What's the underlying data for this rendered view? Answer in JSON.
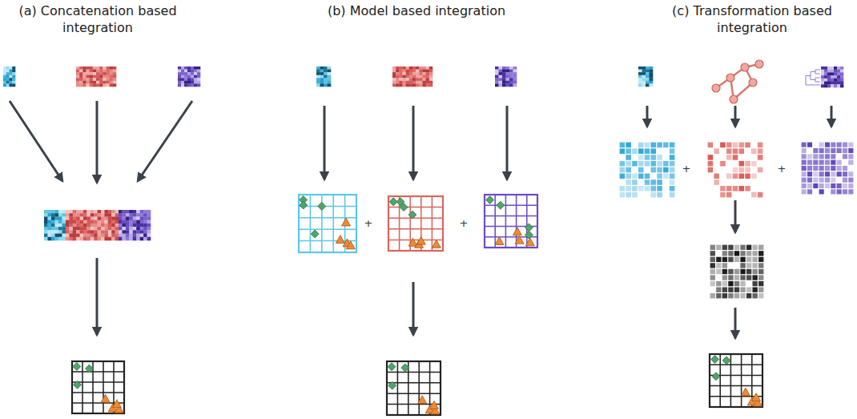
{
  "diagram": {
    "labels": [
      "(a) Concatenation based integration",
      "(b) Model based integration",
      "(c) Transformation based integration",
      "+",
      "+",
      "+",
      "+"
    ]
  }
}
